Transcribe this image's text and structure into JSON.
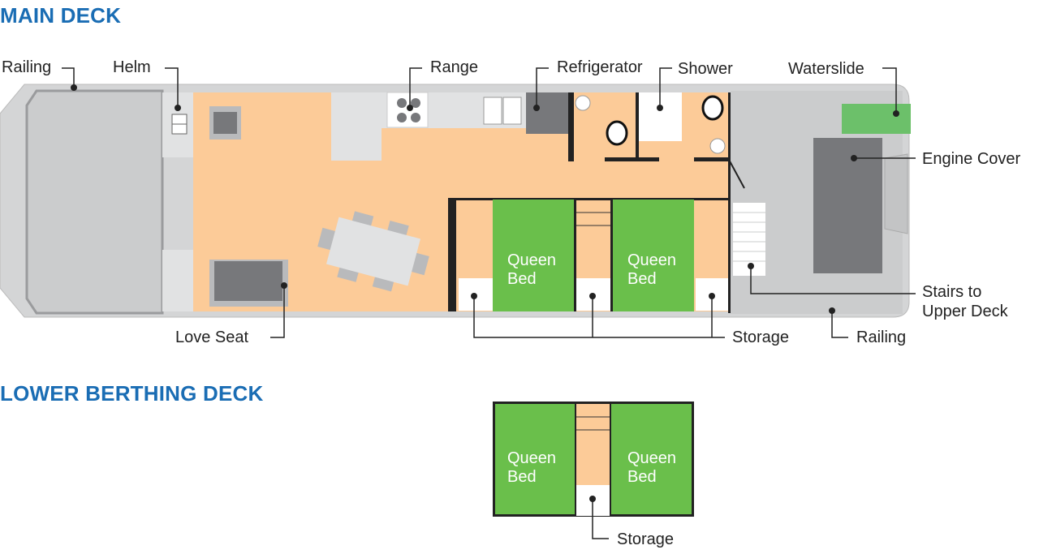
{
  "titles": {
    "main": "MAIN DECK",
    "lower": "LOWER BERTHING DECK"
  },
  "labels": {
    "railing_left": "Railing",
    "helm": "Helm",
    "range": "Range",
    "refrigerator": "Refrigerator",
    "shower": "Shower",
    "waterslide": "Waterslide",
    "engine_cover": "Engine Cover",
    "stairs_1": "Stairs to",
    "stairs_2": "Upper Deck",
    "railing_right": "Railing",
    "storage": "Storage",
    "love_seat": "Love Seat",
    "lower_storage": "Storage"
  },
  "beds": {
    "l1": "Queen",
    "l2": "Bed"
  },
  "colors": {
    "title": "#1a6db4",
    "interior": "#fccb98",
    "deck": "#cbcccd",
    "bed": "#6abf4b",
    "furniture": "#77787b"
  }
}
